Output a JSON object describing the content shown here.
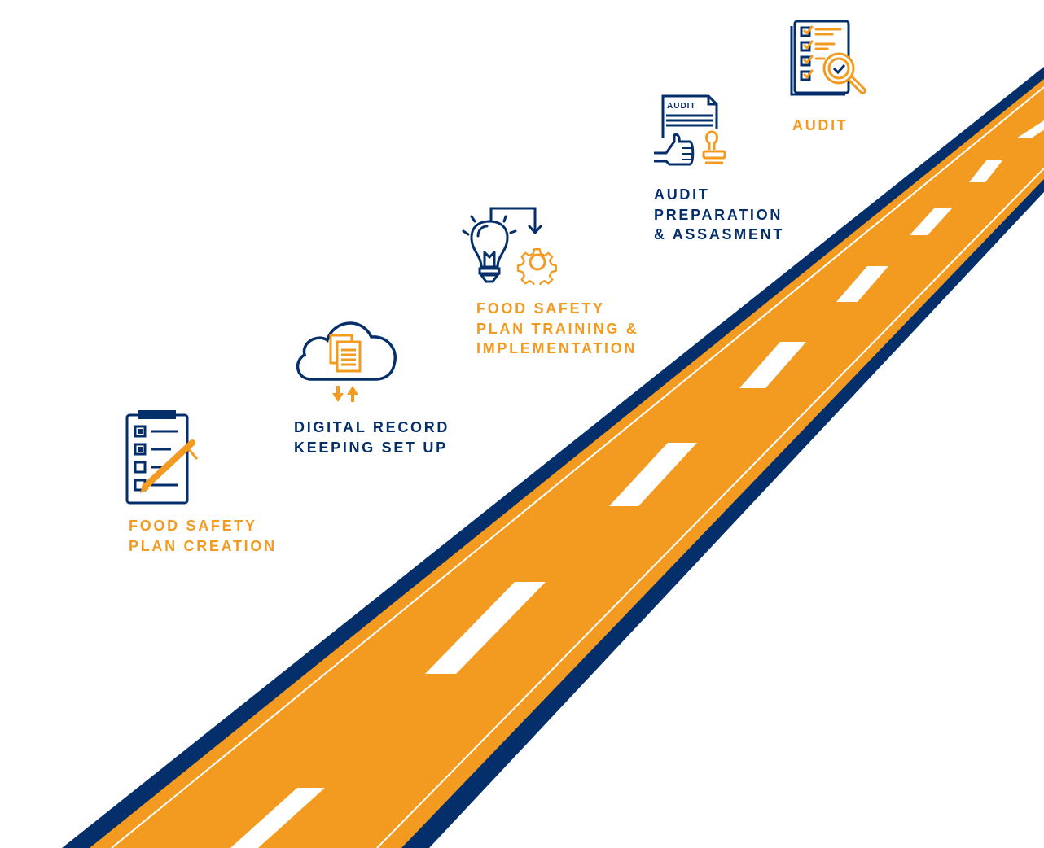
{
  "colors": {
    "navy": "#052f6b",
    "orange": "#f39a21",
    "white": "#ffffff"
  },
  "milestones": [
    {
      "lines": [
        "FOOD SAFETY",
        "PLAN CREATION"
      ],
      "icon": "clipboard-checklist-pen-icon"
    },
    {
      "lines": [
        "DIGITAL RECORD",
        "KEEPING SET UP"
      ],
      "icon": "cloud-documents-sync-icon"
    },
    {
      "lines": [
        "FOOD SAFETY",
        "PLAN TRAINING &",
        "IMPLEMENTATION"
      ],
      "icon": "lightbulb-gear-icon"
    },
    {
      "lines": [
        "AUDIT",
        "PREPARATION",
        "& ASSASMENT"
      ],
      "icon": "audit-document-approval-icon",
      "icon_text": "AUDIT"
    },
    {
      "lines": [
        "AUDIT"
      ],
      "icon": "checklist-magnifier-icon"
    }
  ]
}
